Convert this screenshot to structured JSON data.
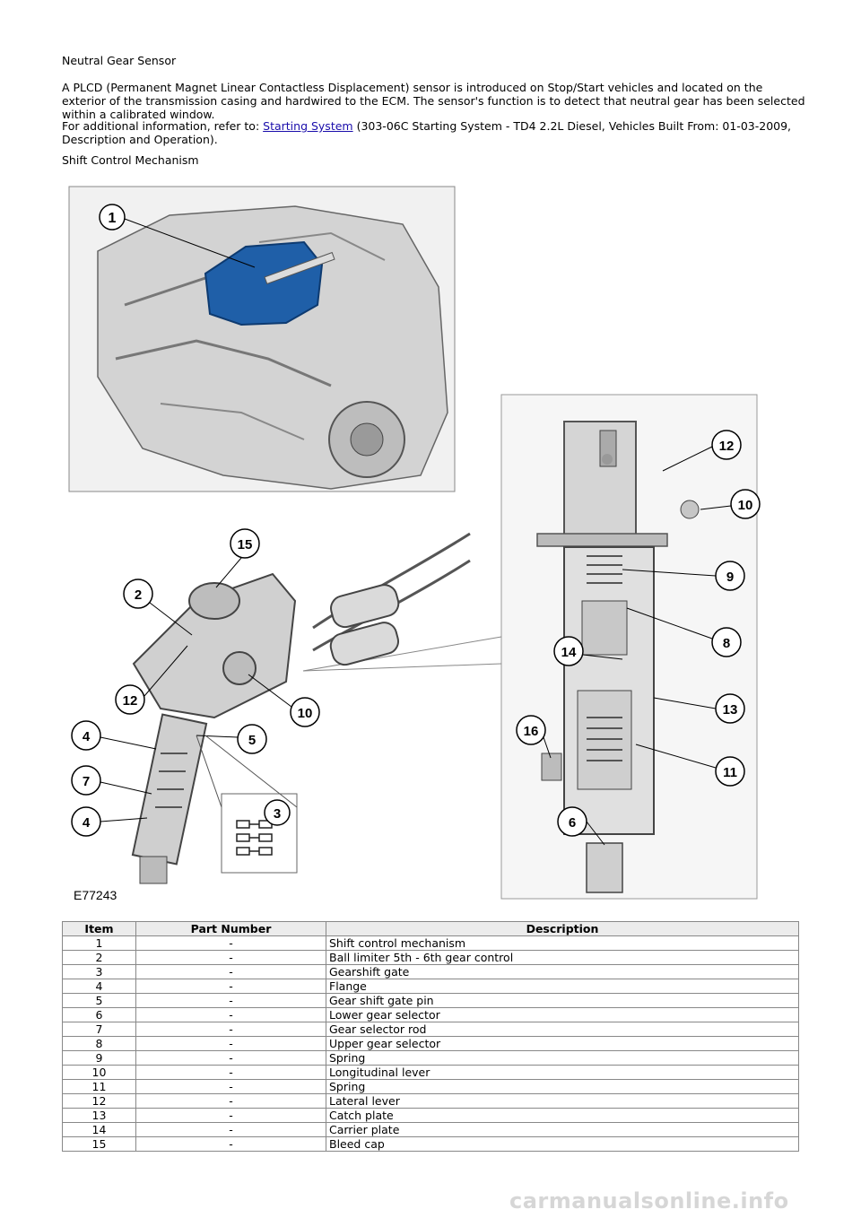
{
  "heading": "Neutral Gear Sensor",
  "paragraph": "A PLCD (Permanent Magnet Linear Contactless Displacement) sensor is introduced on Stop/Start vehicles and located on the exterior of the transmission casing and hardwired to the ECM. The sensor's function is to detect that neutral gear has been selected within a calibrated window.",
  "info": {
    "prefix": "For additional information, refer to: ",
    "link_text": "Starting System",
    "suffix": " (303-06C Starting System - TD4 2.2L Diesel, Vehicles Built From: 01-03-2009, Description and Operation)."
  },
  "heading2": "Shift Control Mechanism",
  "figure": {
    "id": "E77243",
    "callouts": {
      "c1": "1",
      "c2": "2",
      "c3": "3",
      "c4a": "4",
      "c4b": "4",
      "c5": "5",
      "c6": "6",
      "c7": "7",
      "c8": "8",
      "c9": "9",
      "c10a": "10",
      "c10b": "10",
      "c11": "11",
      "c12a": "12",
      "c12b": "12",
      "c13": "13",
      "c14": "14",
      "c15": "15",
      "c16": "16"
    }
  },
  "table": {
    "headers": [
      "Item",
      "Part Number",
      "Description"
    ],
    "rows": [
      [
        "1",
        "-",
        "Shift control mechanism"
      ],
      [
        "2",
        "-",
        "Ball limiter 5th - 6th gear control"
      ],
      [
        "3",
        "-",
        "Gearshift gate"
      ],
      [
        "4",
        "-",
        "Flange"
      ],
      [
        "5",
        "-",
        "Gear shift gate pin"
      ],
      [
        "6",
        "-",
        "Lower gear selector"
      ],
      [
        "7",
        "-",
        "Gear selector rod"
      ],
      [
        "8",
        "-",
        "Upper gear selector"
      ],
      [
        "9",
        "-",
        "Spring"
      ],
      [
        "10",
        "-",
        "Longitudinal lever"
      ],
      [
        "11",
        "-",
        "Spring"
      ],
      [
        "12",
        "-",
        "Lateral lever"
      ],
      [
        "13",
        "-",
        "Catch plate"
      ],
      [
        "14",
        "-",
        "Carrier plate"
      ],
      [
        "15",
        "-",
        "Bleed cap"
      ]
    ]
  },
  "watermark": "carmanualsonline.info",
  "colors": {
    "link": "#1a0dab",
    "highlight": "#1f5fa8"
  }
}
